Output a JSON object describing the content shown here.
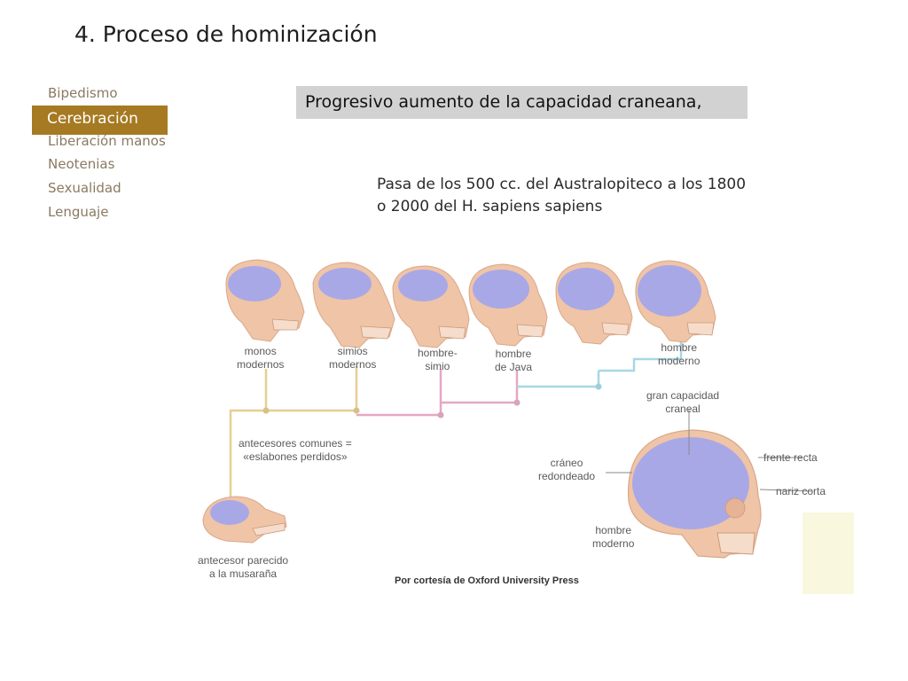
{
  "page": {
    "title": "4. Proceso de hominización"
  },
  "nav": {
    "items": [
      {
        "label": "Bipedismo",
        "active": false
      },
      {
        "label": "Cerebración",
        "active": true
      },
      {
        "label": "Liberación manos",
        "active": false
      },
      {
        "label": "Neotenias",
        "active": false
      },
      {
        "label": "Sexualidad",
        "active": false
      },
      {
        "label": "Lenguaje",
        "active": false
      }
    ]
  },
  "heading_box": {
    "text": "Progresivo aumento de la capacidad craneana,"
  },
  "body_text": "Pasa de los 500 cc. del Australopiteco a los 1800 o 2000 del H. sapiens sapiens",
  "figure": {
    "skull_labels": [
      "monos\nmodernos",
      "simios\nmodernos",
      "hombre-\nsimio",
      "hombre\nde Java",
      "hombre\nmoderno"
    ],
    "ancestor_common": "antecesores comunes =\n«eslabones perdidos»",
    "ancestor_shrew": "antecesor parecido\na la musaraña",
    "callouts": {
      "gran_capacidad": "gran capacidad\ncraneal",
      "frente_recta": "frente recta",
      "nariz_corta": "nariz corta",
      "craneo_redondeado": "cráneo\nredondeado",
      "hombre_moderno": "hombre\nmoderno"
    },
    "credit": "Por cortesía de Oxford University Press",
    "colors": {
      "bone": "#f0c4a6",
      "brain": "#a9a8e6",
      "line_yellow": "#e7cf92",
      "line_pink": "#e6a7c3",
      "line_blue": "#a8d7e3"
    }
  }
}
